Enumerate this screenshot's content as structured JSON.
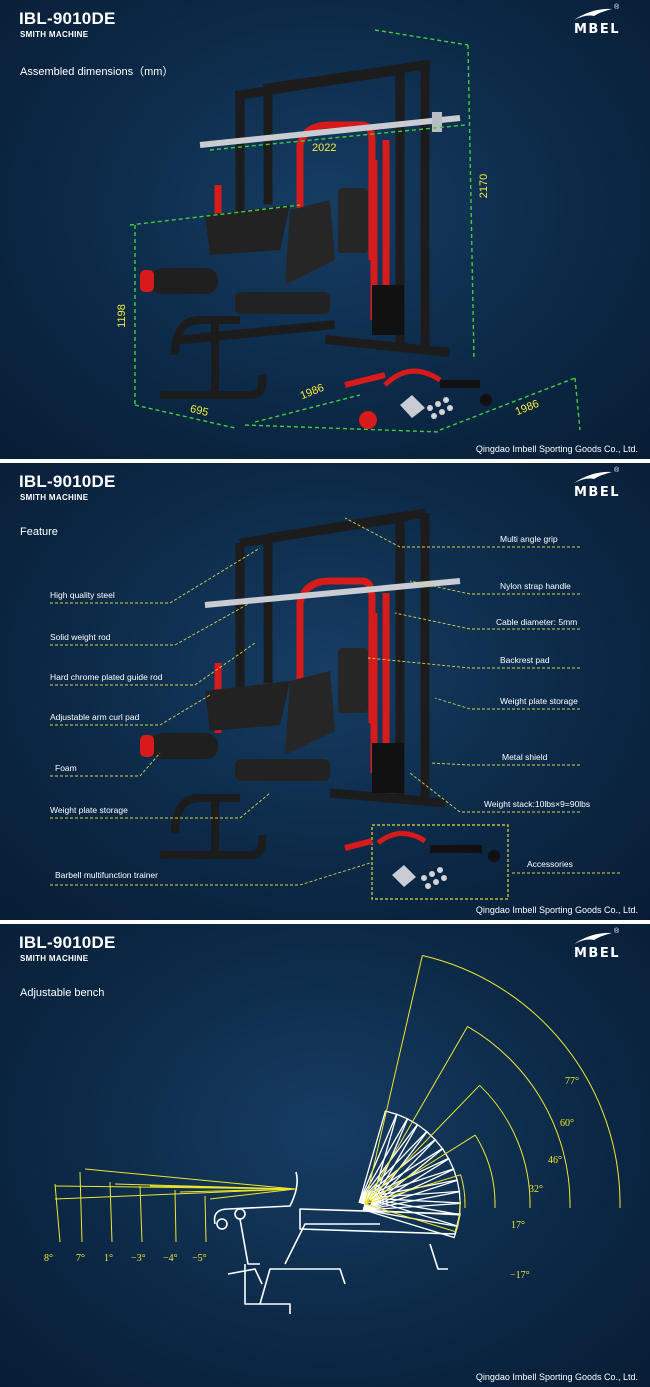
{
  "header": {
    "model": "IBL-9010DE",
    "subtitle": "SMITH MACHINE",
    "brand": "MBEL",
    "registered": "®"
  },
  "company": "Qingdao Imbell Sporting Goods Co., Ltd.",
  "panels": {
    "dimensions": {
      "title": "Assembled dimensions（mm）",
      "labels": [
        "2022",
        "2170",
        "1198",
        "695",
        "1986",
        "1986"
      ]
    },
    "feature": {
      "title": "Feature",
      "left": [
        "High quality steel",
        "Solid weight rod",
        "Hard chrome plated guide rod",
        "Adjustable arm curl pad",
        "Foam",
        "Weight plate storage",
        "Barbell multifunction trainer"
      ],
      "right": [
        "Multi angle grip",
        "Nylon strap handle",
        "Cable diameter: 5mm",
        "Backrest pad",
        "Weight plate storage",
        "Metal shield",
        "Weight stack:10lbs×9=90lbs",
        "Accessories"
      ]
    },
    "bench": {
      "title": "Adjustable bench",
      "left_angles": [
        "8°",
        "7°",
        "1°",
        "−3°",
        "−4°",
        "−5°"
      ],
      "right_angles": [
        "77°",
        "60°",
        "46°",
        "32°",
        "17°",
        "−17°"
      ]
    }
  },
  "colors": {
    "background": "#0c2947",
    "dimension_line": "#3fcf3a",
    "dimension_text": "#f4ee3a",
    "feature_line": "#d9d24a",
    "angle_line": "#f0e62e",
    "frame": "#1c1c1c",
    "accent": "#d71a1a"
  }
}
